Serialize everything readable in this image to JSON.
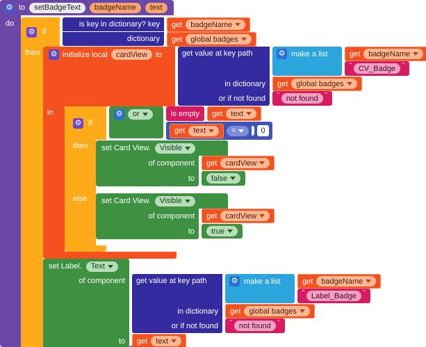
{
  "icons": {
    "gear": "⚙"
  },
  "colors": {
    "procedure": "#6b47a8",
    "control": "#ffab19",
    "variables": "#f4511e",
    "dictionaries": "#342ba0",
    "lists": "#2ca5dd",
    "text": "#d81b60",
    "math": "#4053b8",
    "logic_component": "#3f9142"
  },
  "get": "get",
  "procedure": {
    "to": "to",
    "name": "setBadgeText",
    "params": [
      "badgeName",
      "text"
    ],
    "do": "do"
  },
  "outer_if": {
    "if": "if",
    "then": "then"
  },
  "dict_check": {
    "key_label": "is key in dictionary? key",
    "dict_label": "dictionary"
  },
  "init_local": {
    "label": "initialize local",
    "var_name": "cardView",
    "to": "to",
    "in": "in"
  },
  "dict_get_top": {
    "r1": "get value at key path",
    "r2": "in dictionary",
    "r3": "or if not found"
  },
  "dict_get_bottom": {
    "r1": "get value at key path",
    "r2": "in dictionary",
    "r3": "or if not found"
  },
  "make_list": {
    "label": "make a list"
  },
  "vars": {
    "badge_name": "badgeName",
    "global_badges": "global badges",
    "text": "text",
    "card_view": "cardView"
  },
  "strings": {
    "quote": "\"",
    "cv_badge": "CV_Badge",
    "label_badge": "Label_Badge",
    "not_found": "not found"
  },
  "inner_if": {
    "if": "if",
    "then": "then",
    "else": "else"
  },
  "or_block": {
    "op": "or"
  },
  "is_empty": {
    "label": "is empty"
  },
  "compare": {
    "op": "=",
    "zero": "0"
  },
  "bool": {
    "true_label": "true",
    "false_label": "false"
  },
  "setter_cv": {
    "label": "set Card View.",
    "prop": "Visible",
    "of_component": "of component",
    "to": "to"
  },
  "setter_label": {
    "label": "set Label.",
    "prop": "Text",
    "of_component": "of component",
    "to": "to"
  }
}
